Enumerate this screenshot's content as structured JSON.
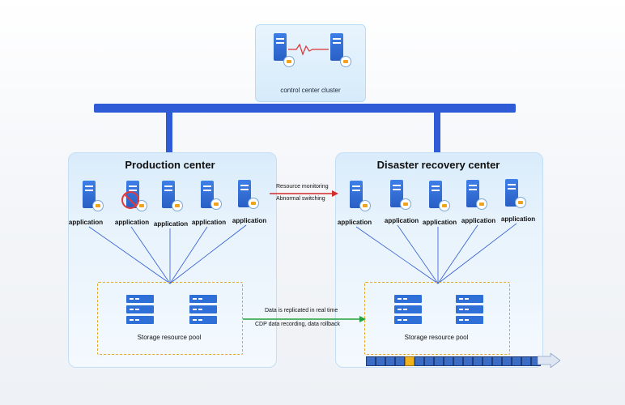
{
  "control_center": {
    "label": "control center cluster"
  },
  "production": {
    "title": "Production center",
    "apps": [
      "application",
      "application",
      "application",
      "application",
      "application"
    ],
    "pool_label": "Storage resource pool"
  },
  "recovery": {
    "title": "Disaster recovery center",
    "apps": [
      "application",
      "application",
      "application",
      "application",
      "application"
    ],
    "pool_label": "Storage resource pool"
  },
  "monitoring_arrow": {
    "line1": "Resource monitoring",
    "line2": "Abnormal switching",
    "color": "#d42a2a"
  },
  "replication_arrow": {
    "line1": "Data is replicated in real time",
    "line2": "CDP data recording, data rollback",
    "color": "#23a23b"
  },
  "colors": {
    "bus": "#2f5bd6",
    "pool_border": "#e2a92a",
    "server": "#2f6fdc"
  }
}
